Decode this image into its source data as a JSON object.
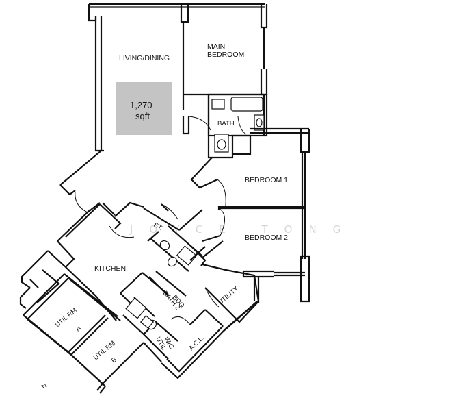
{
  "rooms": {
    "living_dining": "LIVING/DINING",
    "main_bedroom_1": "MAIN",
    "main_bedroom_2": "BEDROOM",
    "bath1": "BATH I",
    "bedroom1": "BEDROOM 1",
    "bedroom2": "BEDROOM 2",
    "kitchen": "KITCHEN",
    "utility": "UTILITY",
    "util_rm_a_1": "UTIL RM",
    "util_rm_a_2": "A",
    "util_rm_b_1": "UTIL RM",
    "util_rm_b_2": "B",
    "store": "ST.",
    "bath2": "BATH 2",
    "bath2_sub": "BDG",
    "acl": "A.C.L.",
    "util_wc_1": "UTIL",
    "util_wc_2": "W/C"
  },
  "area": {
    "value": "1,270",
    "unit": "sqft"
  },
  "watermark": "JOYCE TONG",
  "corner_mark": "N"
}
